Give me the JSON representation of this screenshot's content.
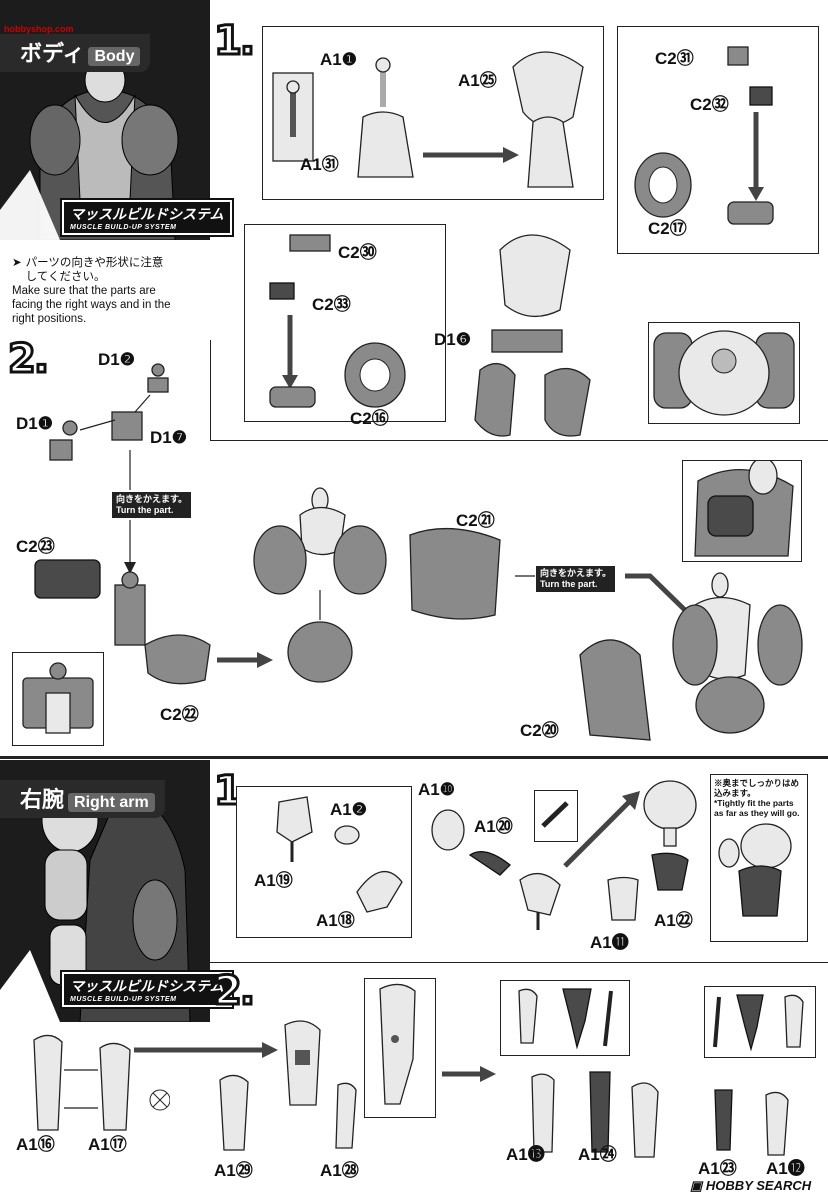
{
  "watermark": "hobbyshop.com",
  "body_section": {
    "title_jp": "ボディ",
    "title_en": "Body",
    "system_jp": "マッスルビルドシステム",
    "system_en": "MUSCLE BUILD-UP SYSTEM",
    "note_jp": "パーツの向きや形状に注意してください。",
    "note_en": "Make sure that the parts are facing the right ways and in the right positions.",
    "step1": "1.",
    "step2": "2.",
    "labels": {
      "a1_1": "A1❶",
      "a1_31": "A1㉛",
      "a1_25": "A1㉕",
      "c2_31": "C2㉛",
      "c2_32": "C2㉜",
      "c2_17": "C2⑰",
      "c2_30": "C2㉚",
      "c2_33": "C2㉝",
      "c2_16": "C2⑯",
      "d1_6": "D1❻",
      "d1_2": "D1❷",
      "d1_1": "D1❶",
      "d1_7": "D1❼",
      "c2_23": "C2㉓",
      "c2_22": "C2㉒",
      "c2_21": "C2㉑",
      "c2_20": "C2⑳"
    },
    "turn_jp": "向きをかえます。",
    "turn_en": "Turn the part."
  },
  "arm_section": {
    "title_jp": "右腕",
    "title_en": "Right arm",
    "system_jp": "マッスルビルドシステム",
    "system_en": "MUSCLE BUILD-UP SYSTEM",
    "step1": "1.",
    "step2": "2.",
    "labels": {
      "a1_2": "A1❷",
      "a1_19": "A1⑲",
      "a1_18": "A1⑱",
      "a1_10": "A1❿",
      "a1_20": "A1⑳",
      "a1_11": "A1⓫",
      "a1_22": "A1㉒",
      "a1_16": "A1⑯",
      "a1_17": "A1⑰",
      "a1_29": "A1㉙",
      "a1_28": "A1㉘",
      "a1_13": "A1⓭",
      "a1_24": "A1㉔",
      "a1_23": "A1㉓",
      "a1_12": "A1⓬"
    },
    "fit_jp": "※奥までしっかりはめ込みます。",
    "fit_en": "*Tightly fit the parts as far as they will go."
  },
  "footer": {
    "brand": "HOBBY SEARCH"
  }
}
